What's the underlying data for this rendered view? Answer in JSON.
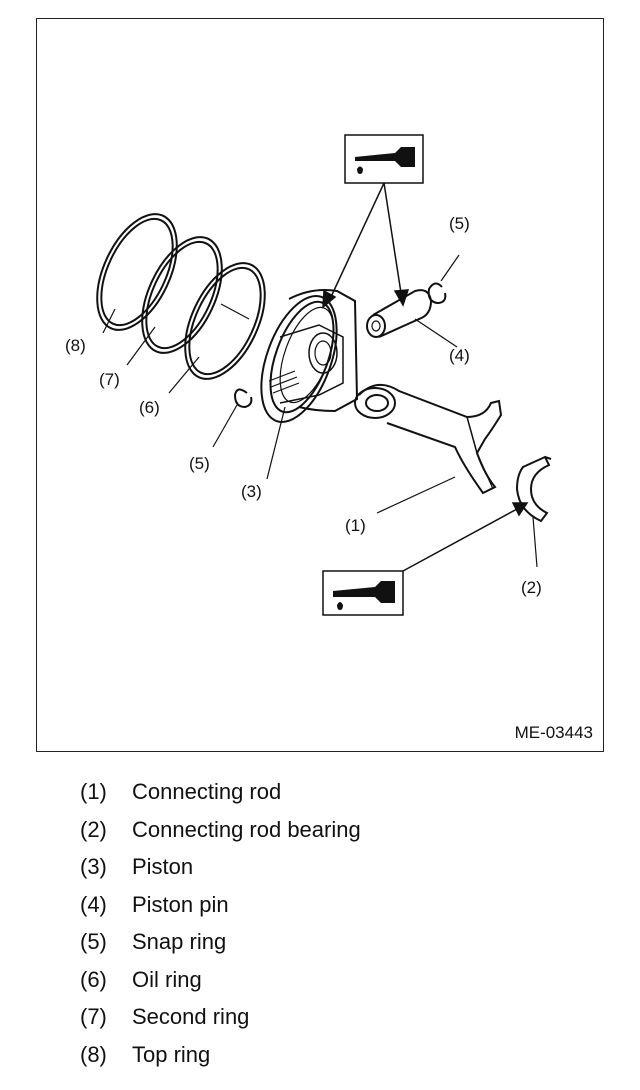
{
  "figure": {
    "id": "ME-03443",
    "callouts": {
      "c1": "(1)",
      "c2": "(2)",
      "c3": "(3)",
      "c4": "(4)",
      "c5a": "(5)",
      "c5b": "(5)",
      "c6": "(6)",
      "c7": "(7)",
      "c8": "(8)"
    },
    "oil_symbol": "oil-can-icon"
  },
  "legend": [
    {
      "num": "(1)",
      "label": "Connecting rod"
    },
    {
      "num": "(2)",
      "label": "Connecting rod bearing"
    },
    {
      "num": "(3)",
      "label": "Piston"
    },
    {
      "num": "(4)",
      "label": "Piston pin"
    },
    {
      "num": "(5)",
      "label": "Snap ring"
    },
    {
      "num": "(6)",
      "label": "Oil ring"
    },
    {
      "num": "(7)",
      "label": "Second ring"
    },
    {
      "num": "(8)",
      "label": "Top ring"
    }
  ]
}
